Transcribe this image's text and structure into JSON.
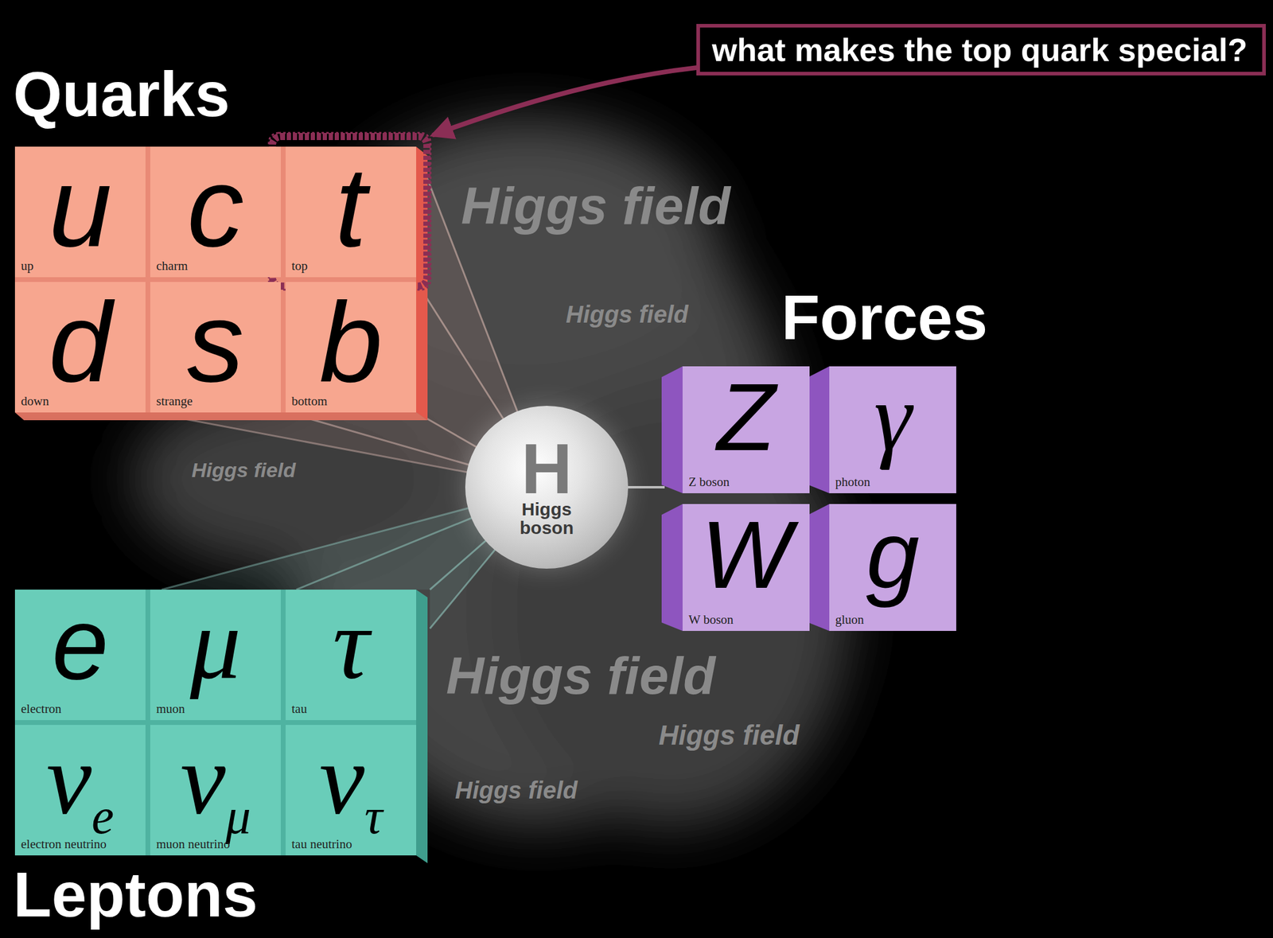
{
  "diagram": {
    "nodes": [
      {
        "text": [
          "what makes the top quark special?"
        ]
      },
      {
        "text": [
          "u",
          "up"
        ]
      },
      {
        "text": [
          "c",
          "charm"
        ]
      },
      {
        "text": [
          "t",
          "top"
        ]
      },
      {
        "text": [
          "d",
          "down"
        ]
      },
      {
        "text": [
          "s",
          "strange"
        ]
      },
      {
        "text": [
          "b",
          "bottom"
        ]
      },
      {
        "text": [
          "H",
          "Higgs boson"
        ]
      },
      {
        "text": [
          "Z",
          "Z boson"
        ]
      },
      {
        "text": [
          "γ",
          "photon"
        ]
      },
      {
        "text": [
          "W",
          "W boson"
        ]
      },
      {
        "text": [
          "g",
          "gluon"
        ]
      },
      {
        "text": [
          "e",
          "electron"
        ]
      },
      {
        "text": [
          "μ",
          "muon"
        ]
      },
      {
        "text": [
          "τ",
          "tau"
        ]
      },
      {
        "text": [
          "ν",
          "e",
          "electron neutrino"
        ]
      },
      {
        "text": [
          "ν",
          "μ",
          "muon neutrino"
        ]
      },
      {
        "text": [
          "ν",
          "τ",
          "tau neutrino"
        ]
      }
    ],
    "edges": [
      {
        "from": 0,
        "to": 3,
        "arrow": "to"
      }
    ],
    "labels": [
      "Quarks",
      "Forces",
      "Leptons",
      "Higgs field",
      "Higgs field",
      "Higgs field",
      "Higgs field",
      "Higgs field",
      "Higgs field"
    ]
  }
}
